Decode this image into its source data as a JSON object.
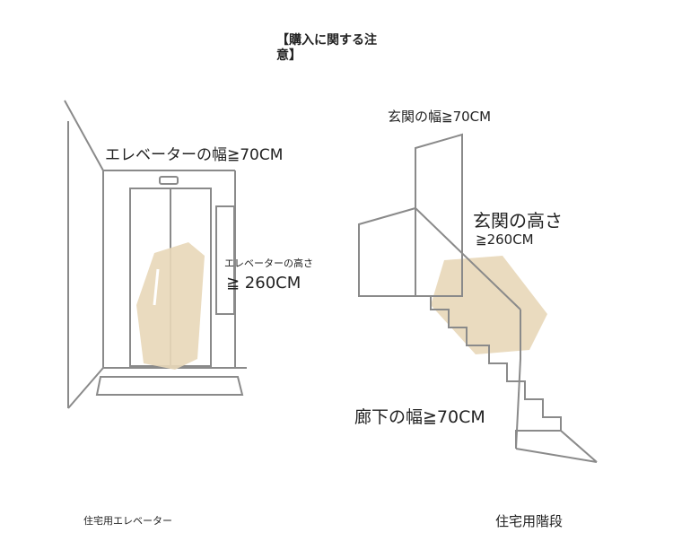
{
  "title": {
    "line1": "【購入に関する注",
    "line2": "意】"
  },
  "elevator": {
    "width_label": "エレベーターの幅≧70CM",
    "height_label": "エレベーターの高さ",
    "height_value": "≧ 260CM",
    "caption": "住宅用エレベーター"
  },
  "stairs": {
    "entrance_width_label": "玄関の幅≧70CM",
    "entrance_height_label": "玄関の高さ",
    "entrance_height_value": "≧260CM",
    "corridor_width_label": "廊下の幅≧70CM",
    "caption": "住宅用階段"
  },
  "colors": {
    "line": "#8a8a8a",
    "box": "#e8d7b8"
  }
}
